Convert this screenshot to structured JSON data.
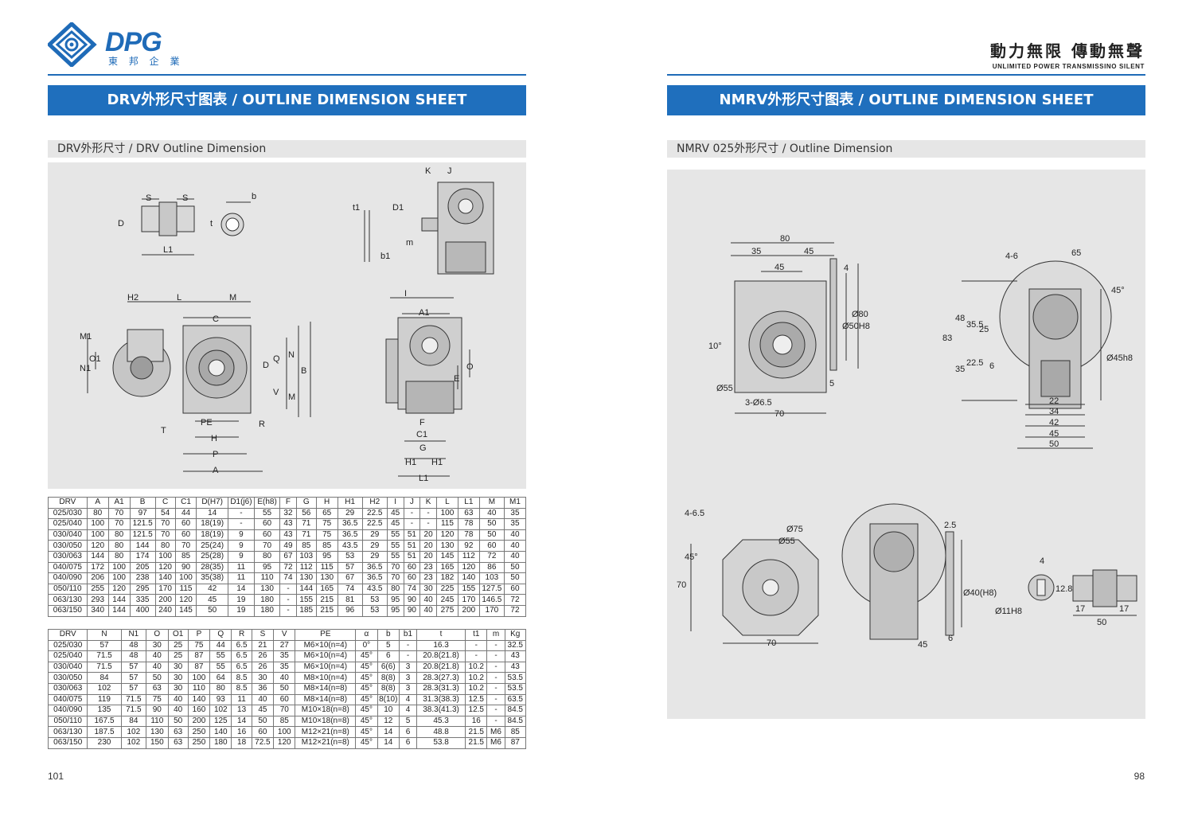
{
  "left_page": {
    "logo": {
      "brand": "DPG",
      "brand_cn": "東 邦 企 業"
    },
    "banner": "DRV外形尺寸图表 / OUTLINE DIMENSION SHEET",
    "subtitle": "DRV外形尺寸 / DRV Outline Dimension",
    "page_number": "101",
    "drawing_labels": [
      "S",
      "S",
      "D",
      "L1",
      "b",
      "t",
      "t1",
      "D1",
      "K",
      "J",
      "m",
      "b1",
      "H2",
      "L",
      "M",
      "C",
      "M1",
      "O1",
      "N1",
      "D",
      "Q",
      "N",
      "B",
      "V",
      "M",
      "R",
      "T",
      "PE",
      "H",
      "P",
      "A",
      "I",
      "A1",
      "O",
      "E",
      "F",
      "C1",
      "G",
      "H1",
      "H1",
      "L1"
    ],
    "table1": {
      "headers": [
        "DRV",
        "A",
        "A1",
        "B",
        "C",
        "C1",
        "D(H7)",
        "D1(j6)",
        "E(h8)",
        "F",
        "G",
        "H",
        "H1",
        "H2",
        "I",
        "J",
        "K",
        "L",
        "L1",
        "M",
        "M1"
      ],
      "rows": [
        [
          "025/030",
          "80",
          "70",
          "97",
          "54",
          "44",
          "14",
          "-",
          "55",
          "32",
          "56",
          "65",
          "29",
          "22.5",
          "45",
          "-",
          "-",
          "100",
          "63",
          "40",
          "35"
        ],
        [
          "025/040",
          "100",
          "70",
          "121.5",
          "70",
          "60",
          "18(19)",
          "-",
          "60",
          "43",
          "71",
          "75",
          "36.5",
          "22.5",
          "45",
          "-",
          "-",
          "115",
          "78",
          "50",
          "35"
        ],
        [
          "030/040",
          "100",
          "80",
          "121.5",
          "70",
          "60",
          "18(19)",
          "9",
          "60",
          "43",
          "71",
          "75",
          "36.5",
          "29",
          "55",
          "51",
          "20",
          "120",
          "78",
          "50",
          "40"
        ],
        [
          "030/050",
          "120",
          "80",
          "144",
          "80",
          "70",
          "25(24)",
          "9",
          "70",
          "49",
          "85",
          "85",
          "43.5",
          "29",
          "55",
          "51",
          "20",
          "130",
          "92",
          "60",
          "40"
        ],
        [
          "030/063",
          "144",
          "80",
          "174",
          "100",
          "85",
          "25(28)",
          "9",
          "80",
          "67",
          "103",
          "95",
          "53",
          "29",
          "55",
          "51",
          "20",
          "145",
          "112",
          "72",
          "40"
        ],
        [
          "040/075",
          "172",
          "100",
          "205",
          "120",
          "90",
          "28(35)",
          "11",
          "95",
          "72",
          "112",
          "115",
          "57",
          "36.5",
          "70",
          "60",
          "23",
          "165",
          "120",
          "86",
          "50"
        ],
        [
          "040/090",
          "206",
          "100",
          "238",
          "140",
          "100",
          "35(38)",
          "11",
          "110",
          "74",
          "130",
          "130",
          "67",
          "36.5",
          "70",
          "60",
          "23",
          "182",
          "140",
          "103",
          "50"
        ],
        [
          "050/110",
          "255",
          "120",
          "295",
          "170",
          "115",
          "42",
          "14",
          "130",
          "-",
          "144",
          "165",
          "74",
          "43.5",
          "80",
          "74",
          "30",
          "225",
          "155",
          "127.5",
          "60"
        ],
        [
          "063/130",
          "293",
          "144",
          "335",
          "200",
          "120",
          "45",
          "19",
          "180",
          "-",
          "155",
          "215",
          "81",
          "53",
          "95",
          "90",
          "40",
          "245",
          "170",
          "146.5",
          "72"
        ],
        [
          "063/150",
          "340",
          "144",
          "400",
          "240",
          "145",
          "50",
          "19",
          "180",
          "-",
          "185",
          "215",
          "96",
          "53",
          "95",
          "90",
          "40",
          "275",
          "200",
          "170",
          "72"
        ]
      ]
    },
    "table2": {
      "headers": [
        "DRV",
        "N",
        "N1",
        "O",
        "O1",
        "P",
        "Q",
        "R",
        "S",
        "V",
        "PE",
        "α",
        "b",
        "b1",
        "t",
        "t1",
        "m",
        "Kg"
      ],
      "rows": [
        [
          "025/030",
          "57",
          "48",
          "30",
          "25",
          "75",
          "44",
          "6.5",
          "21",
          "27",
          "M6×10(n=4)",
          "0°",
          "5",
          "-",
          "16.3",
          "-",
          "-",
          "32.5"
        ],
        [
          "025/040",
          "71.5",
          "48",
          "40",
          "25",
          "87",
          "55",
          "6.5",
          "26",
          "35",
          "M6×10(n=4)",
          "45°",
          "6",
          "-",
          "20.8(21.8)",
          "-",
          "-",
          "43"
        ],
        [
          "030/040",
          "71.5",
          "57",
          "40",
          "30",
          "87",
          "55",
          "6.5",
          "26",
          "35",
          "M6×10(n=4)",
          "45°",
          "6(6)",
          "3",
          "20.8(21.8)",
          "10.2",
          "-",
          "43"
        ],
        [
          "030/050",
          "84",
          "57",
          "50",
          "30",
          "100",
          "64",
          "8.5",
          "30",
          "40",
          "M8×10(n=4)",
          "45°",
          "8(8)",
          "3",
          "28.3(27.3)",
          "10.2",
          "-",
          "53.5"
        ],
        [
          "030/063",
          "102",
          "57",
          "63",
          "30",
          "110",
          "80",
          "8.5",
          "36",
          "50",
          "M8×14(n=8)",
          "45°",
          "8(8)",
          "3",
          "28.3(31.3)",
          "10.2",
          "-",
          "53.5"
        ],
        [
          "040/075",
          "119",
          "71.5",
          "75",
          "40",
          "140",
          "93",
          "11",
          "40",
          "60",
          "M8×14(n=8)",
          "45°",
          "8(10)",
          "4",
          "31.3(38.3)",
          "12.5",
          "-",
          "63.5"
        ],
        [
          "040/090",
          "135",
          "71.5",
          "90",
          "40",
          "160",
          "102",
          "13",
          "45",
          "70",
          "M10×18(n=8)",
          "45°",
          "10",
          "4",
          "38.3(41.3)",
          "12.5",
          "-",
          "84.5"
        ],
        [
          "050/110",
          "167.5",
          "84",
          "110",
          "50",
          "200",
          "125",
          "14",
          "50",
          "85",
          "M10×18(n=8)",
          "45°",
          "12",
          "5",
          "45.3",
          "16",
          "-",
          "84.5"
        ],
        [
          "063/130",
          "187.5",
          "102",
          "130",
          "63",
          "250",
          "140",
          "16",
          "60",
          "100",
          "M12×21(n=8)",
          "45°",
          "14",
          "6",
          "48.8",
          "21.5",
          "M6",
          "85"
        ],
        [
          "063/150",
          "230",
          "102",
          "150",
          "63",
          "250",
          "180",
          "18",
          "72.5",
          "120",
          "M12×21(n=8)",
          "45°",
          "14",
          "6",
          "53.8",
          "21.5",
          "M6",
          "87"
        ]
      ]
    }
  },
  "right_page": {
    "slogan_cn": "動力無限 傳動無聲",
    "slogan_en": "UNLIMITED POWER TRANSMISSINO SILENT",
    "banner": "NMRV外形尺寸图表 / OUTLINE DIMENSION SHEET",
    "subtitle": "NMRV 025外形尺寸 / Outline Dimension",
    "page_number": "98",
    "dims": {
      "d80": "80",
      "d35": "35",
      "d45a": "45",
      "d4": "4",
      "d10": "10°",
      "d50h8": "Ø50H8",
      "d80v": "Ø80",
      "d55": "Ø55",
      "d5": "5",
      "d3x65": "3-Ø6.5",
      "d70": "70",
      "d46a": "4-6",
      "d65": "65",
      "d45deg": "45°",
      "d83": "83",
      "d48": "48",
      "d355": "35.5",
      "d25": "25",
      "d225": "22.5",
      "d35b": "35",
      "d6": "6",
      "d45h8": "Ø45h8",
      "d22": "22",
      "d34": "34",
      "d42": "42",
      "d45b": "45",
      "d50": "50",
      "d465": "4-6.5",
      "d45deg2": "45°",
      "d70v": "70",
      "d75": "Ø75",
      "d55b": "Ø55",
      "d70h": "70",
      "d25b": "2.5",
      "d40h8": "Ø40(H8)",
      "d45c": "45",
      "d6b": "6",
      "d4b": "4",
      "d128": "12.8",
      "d11h8": "Ø11H8",
      "d17a": "17",
      "d17b": "17",
      "d50b": "50"
    }
  }
}
